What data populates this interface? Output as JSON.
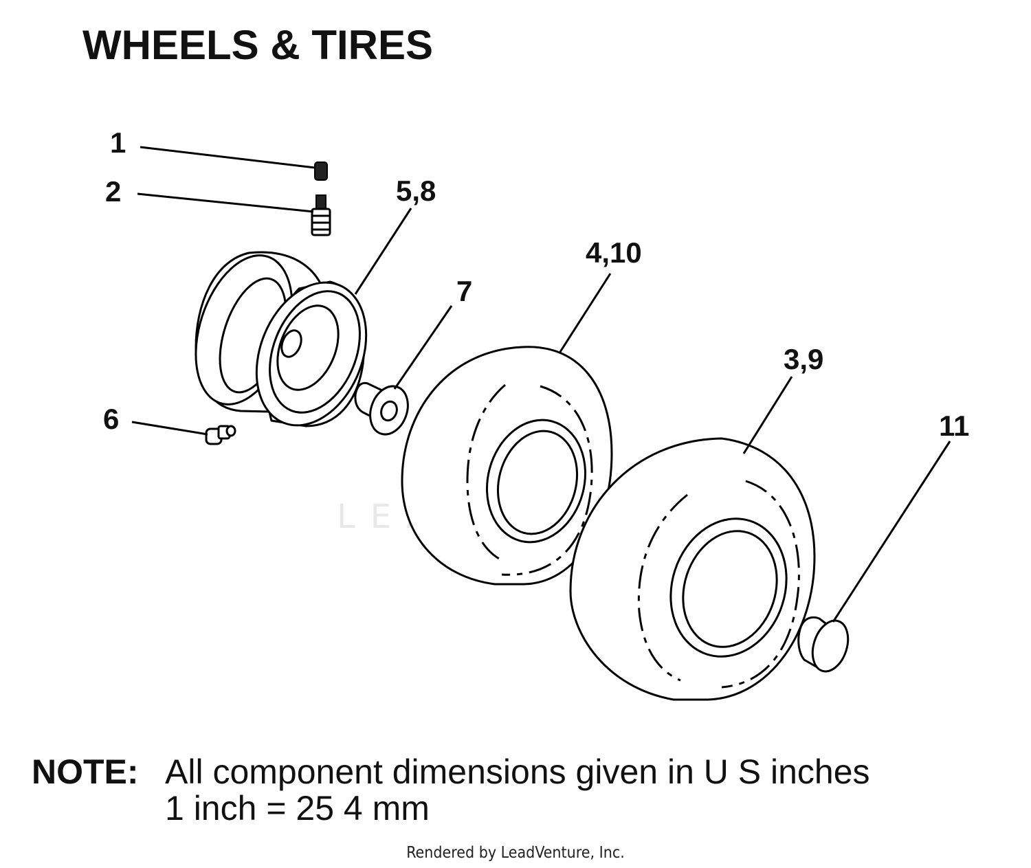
{
  "title": "WHEELS & TIRES",
  "callouts": {
    "c1": "1",
    "c2": "2",
    "c58": "5,8",
    "c410": "4,10",
    "c7": "7",
    "c39": "3,9",
    "c11": "11",
    "c6": "6"
  },
  "note": {
    "label": "NOTE:",
    "line1": "All component dimensions given in U S  inches",
    "line2": "1 inch = 25 4 mm"
  },
  "watermark": "LEADVENTURE",
  "footer": "Rendered by LeadVenture, Inc."
}
